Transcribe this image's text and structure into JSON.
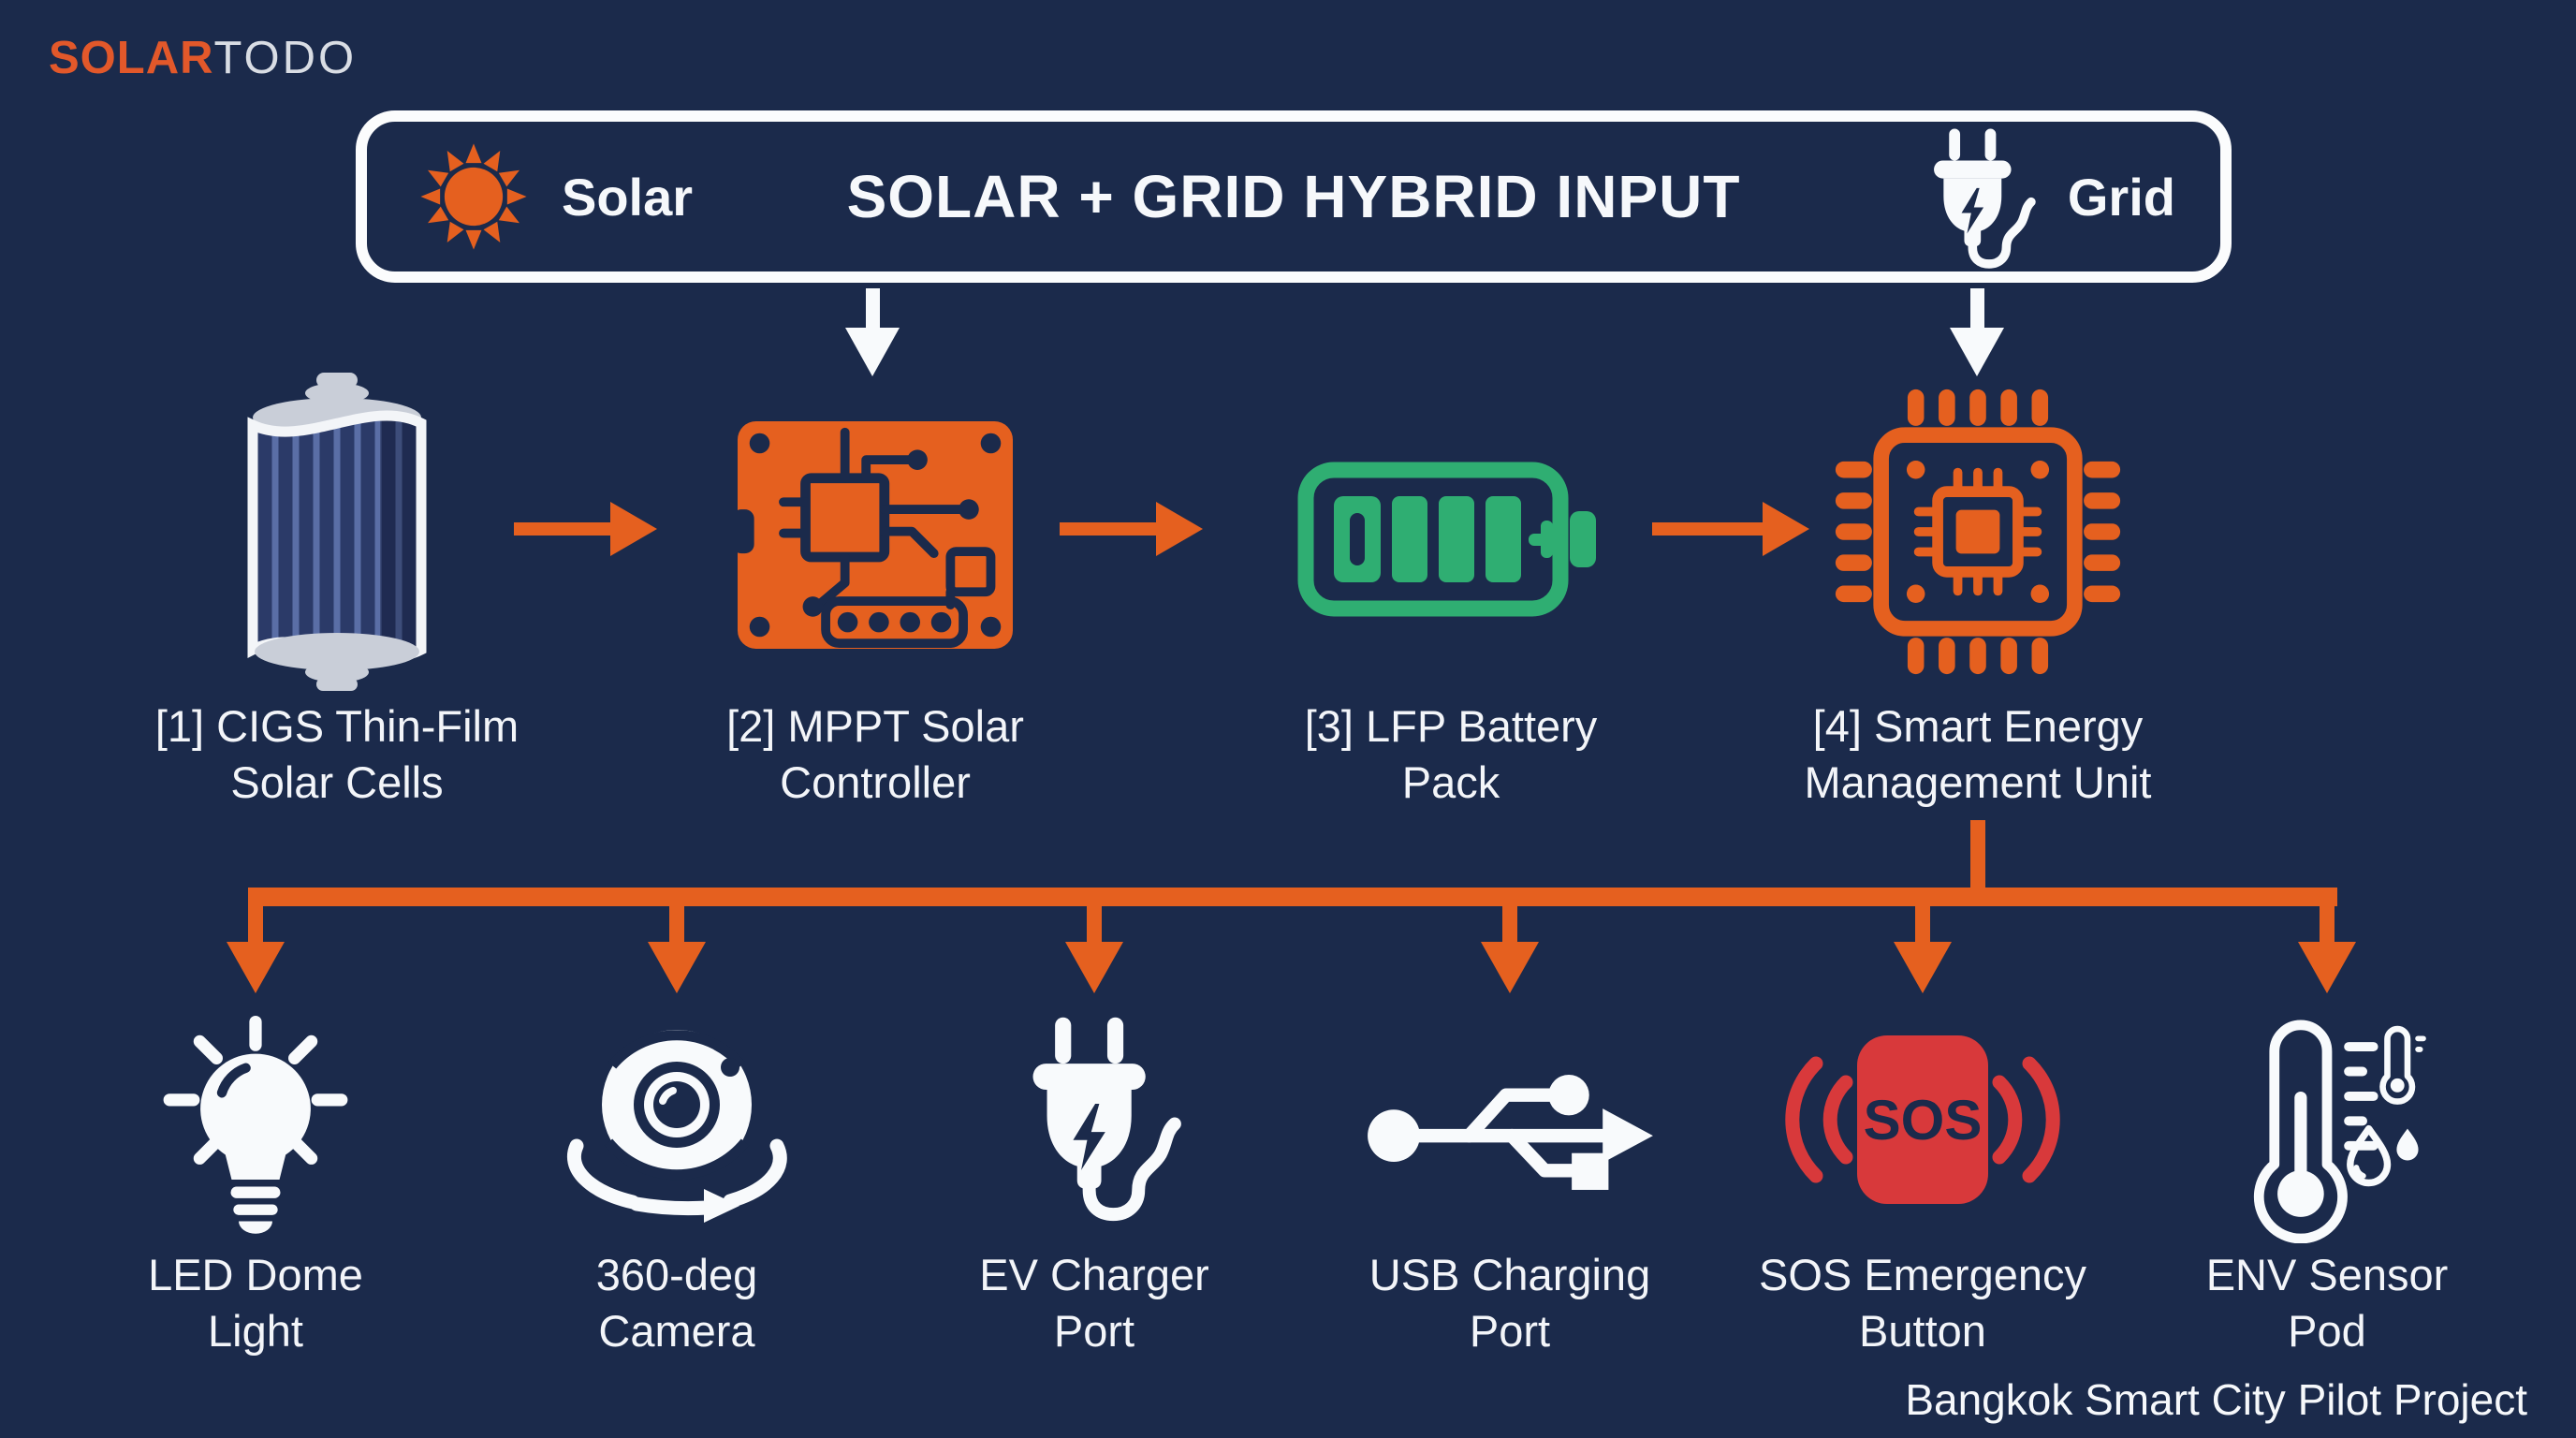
{
  "brand": {
    "name_primary": "SOLAR",
    "name_secondary": "TODO"
  },
  "hybrid_input": {
    "title": "SOLAR + GRID HYBRID INPUT",
    "solar_label": "Solar",
    "grid_label": "Grid"
  },
  "components": [
    {
      "line1": "[1] CIGS Thin-Film",
      "line2": "Solar Cells"
    },
    {
      "line1": "[2] MPPT Solar",
      "line2": "Controller"
    },
    {
      "line1": "[3] LFP Battery",
      "line2": "Pack"
    },
    {
      "line1": "[4] Smart Energy",
      "line2": "Management Unit"
    }
  ],
  "outputs": [
    {
      "line1": "LED Dome",
      "line2": "Light"
    },
    {
      "line1": "360-deg",
      "line2": "Camera"
    },
    {
      "line1": "EV Charger",
      "line2": "Port"
    },
    {
      "line1": "USB Charging",
      "line2": "Port"
    },
    {
      "line1": "SOS Emergency",
      "line2": "Button",
      "badge": "SOS"
    },
    {
      "line1": "ENV Sensor",
      "line2": "Pod"
    }
  ],
  "footer": {
    "caption": "Bangkok Smart City Pilot Project"
  },
  "colors": {
    "background": "#1B2A4B",
    "orange": "#E5601F",
    "logo_orange": "#E2582A",
    "green": "#2FAE72",
    "red": "#D8393B",
    "white": "#F8FAFC",
    "panel_blue": "#2B3A68",
    "panel_stripe": "#5A6EA6",
    "roller_silver": "#C9CED8"
  }
}
